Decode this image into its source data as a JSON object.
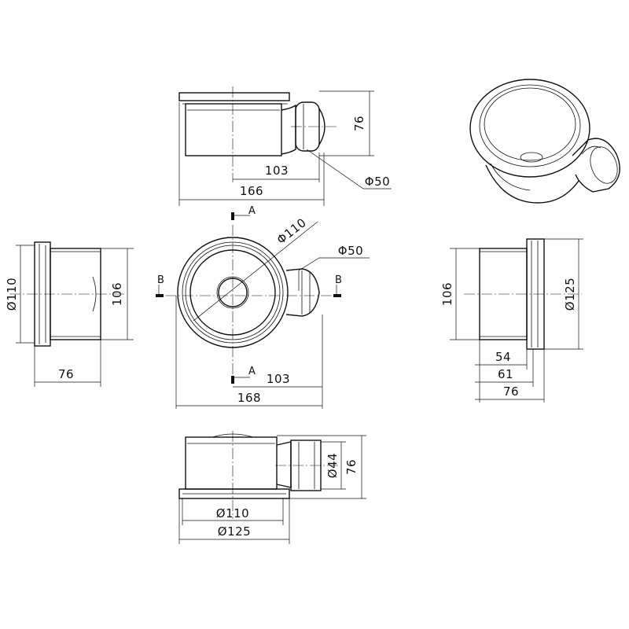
{
  "colors": {
    "line": "#111111",
    "background": "#ffffff"
  },
  "top_view": {
    "height_76": "76",
    "width_103": "103",
    "width_166": "166",
    "outlet_dia": "Φ50"
  },
  "left_view": {
    "dia_110": "Ø110",
    "height_106": "106",
    "width_76": "76"
  },
  "center_view": {
    "section_a_top": "A",
    "section_a_bottom": "A",
    "section_b_left": "B",
    "section_b_right": "B",
    "dia_110": "Φ110",
    "outlet_dia": "Φ50",
    "width_103": "103",
    "width_168": "168"
  },
  "right_view": {
    "height_106": "106",
    "dia_125": "Ø125",
    "width_54": "54",
    "width_61": "61",
    "width_76": "76"
  },
  "bottom_view": {
    "dia_44": "Ø44",
    "height_76": "76",
    "dia_110": "Ø110",
    "dia_125": "Ø125"
  },
  "iso_view": {
    "icon": "drain-iso-icon"
  }
}
